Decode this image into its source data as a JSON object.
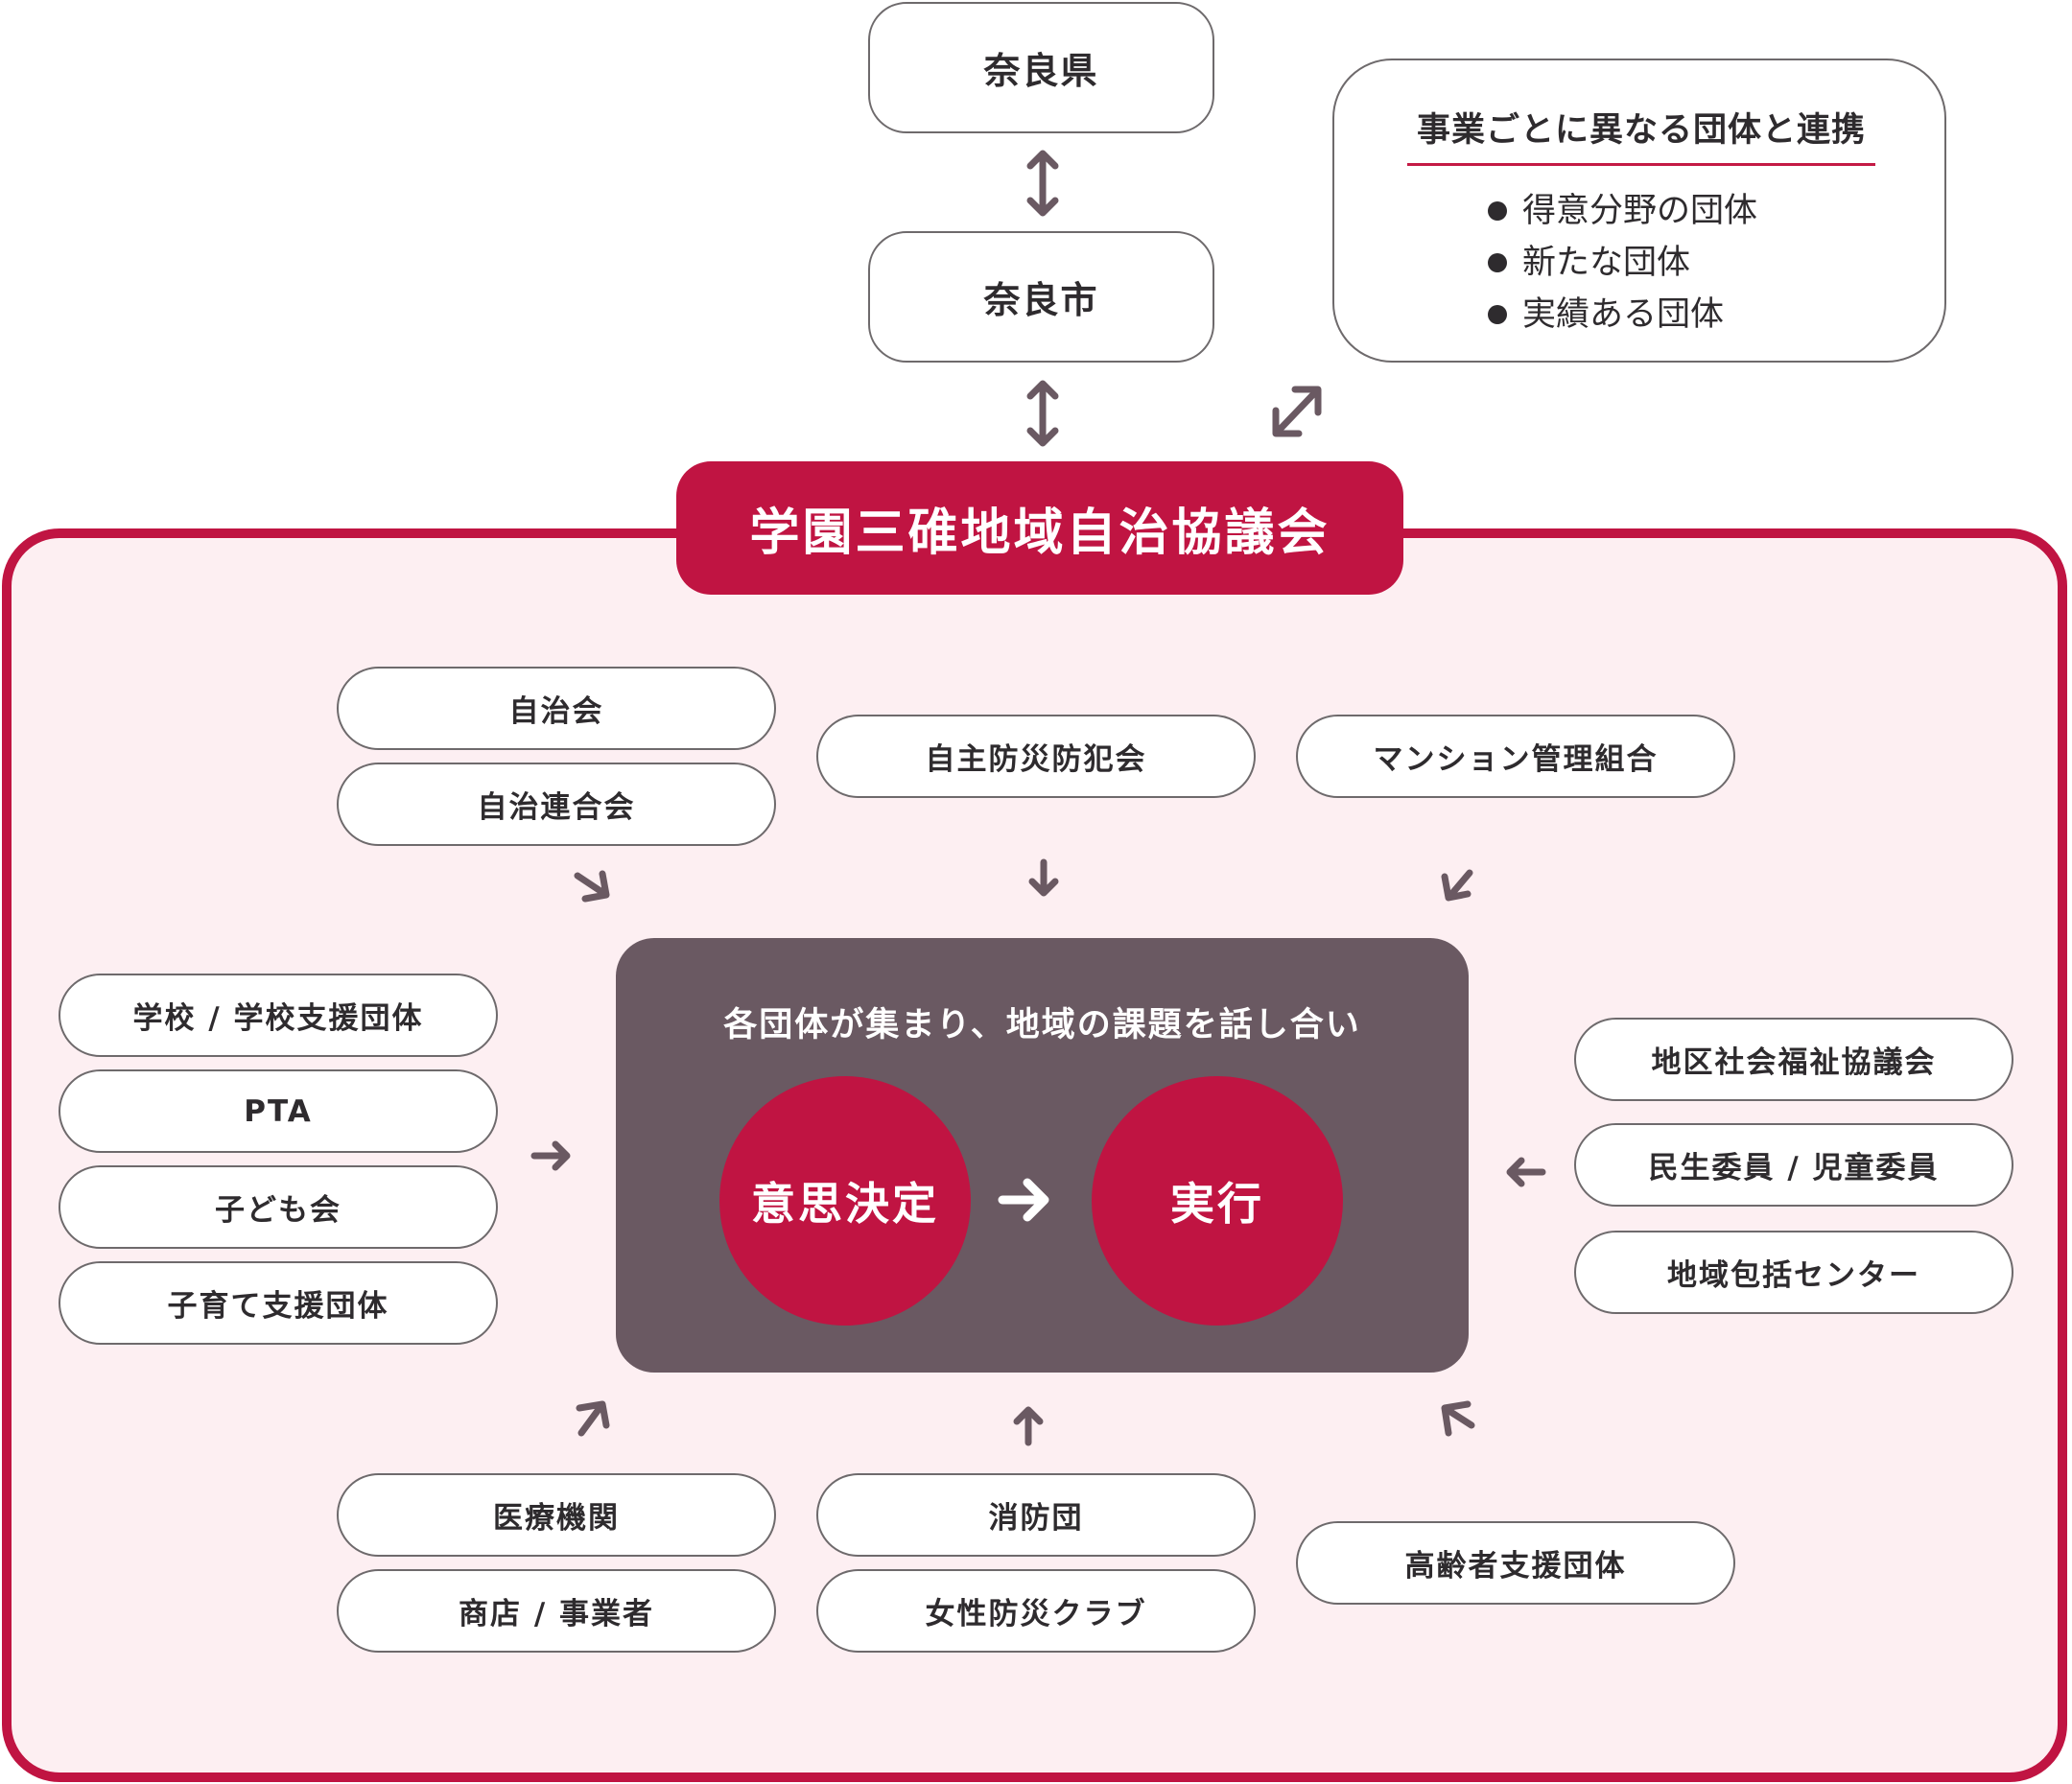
{
  "government": {
    "prefecture": "奈良県",
    "city": "奈良市"
  },
  "partner_box": {
    "title": "事業ごとに異なる団体と連携",
    "items": [
      "得意分野の団体",
      "新たな団体",
      "実績ある団体"
    ]
  },
  "council": {
    "title": "学園三碓地域自治協議会"
  },
  "center": {
    "caption": "各団体が集まり、地域の課題を話し合い",
    "steps": [
      "意思決定",
      "実行"
    ]
  },
  "groups": {
    "top_left": [
      "自治会",
      "自治連合会"
    ],
    "top_center": [
      "自主防災防犯会"
    ],
    "top_right": [
      "マンション管理組合"
    ],
    "left": [
      "学校 / 学校支援団体",
      "PTA",
      "子ども会",
      "子育て支援団体"
    ],
    "right": [
      "地区社会福祉協議会",
      "民生委員 / 児童委員",
      "地域包括センター"
    ],
    "bottom_left": [
      "医療機関",
      "商店 / 事業者"
    ],
    "bottom_center": [
      "消防団",
      "女性防災クラブ"
    ],
    "bottom_right": [
      "高齢者支援団体"
    ]
  },
  "colors": {
    "accent": "#c01442",
    "frame_background": "#fdeff2",
    "center_box": "#6a5962",
    "arrow": "#6a5962",
    "text": "#2e2b2e"
  }
}
